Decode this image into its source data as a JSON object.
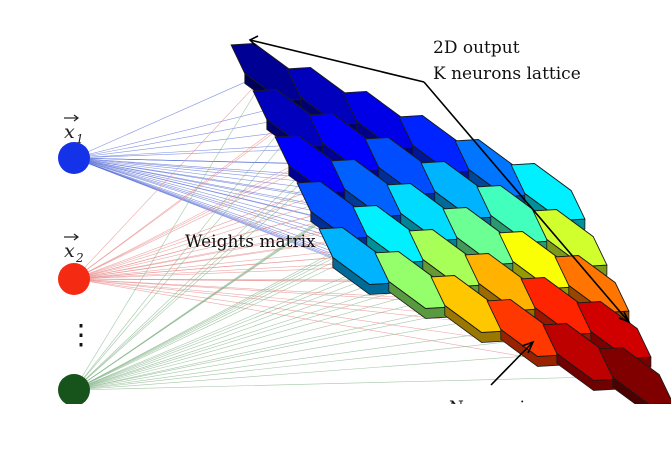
{
  "output_label": {
    "line1": "2D output",
    "line2": "K neurons lattice"
  },
  "weights_label": "Weights matrix",
  "neuron_label": "Neuron i",
  "inputs": [
    {
      "label": "x",
      "subscript": "1",
      "color": "#1433e8"
    },
    {
      "label": "x",
      "subscript": "2",
      "color": "#f52a12"
    },
    {
      "label": "",
      "subscript": "",
      "color": "#16541c"
    }
  ],
  "ellipsis": "⋮",
  "colors": {
    "connection_blue": "#5a6fd8",
    "connection_red": "#e88a8a",
    "connection_green": "#86b48a",
    "outline": "#1a1a1a",
    "arrow": "#000000"
  },
  "lattice": {
    "rows": 5,
    "cols": 6,
    "colormap": "jet",
    "values": [
      [
        0.02,
        0.06,
        0.1,
        0.16,
        0.24,
        0.36
      ],
      [
        0.06,
        0.12,
        0.2,
        0.3,
        0.44,
        0.58
      ],
      [
        0.12,
        0.22,
        0.34,
        0.48,
        0.62,
        0.76
      ],
      [
        0.2,
        0.36,
        0.54,
        0.7,
        0.84,
        0.92
      ],
      [
        0.3,
        0.52,
        0.68,
        0.82,
        0.94,
        1.0
      ]
    ]
  }
}
